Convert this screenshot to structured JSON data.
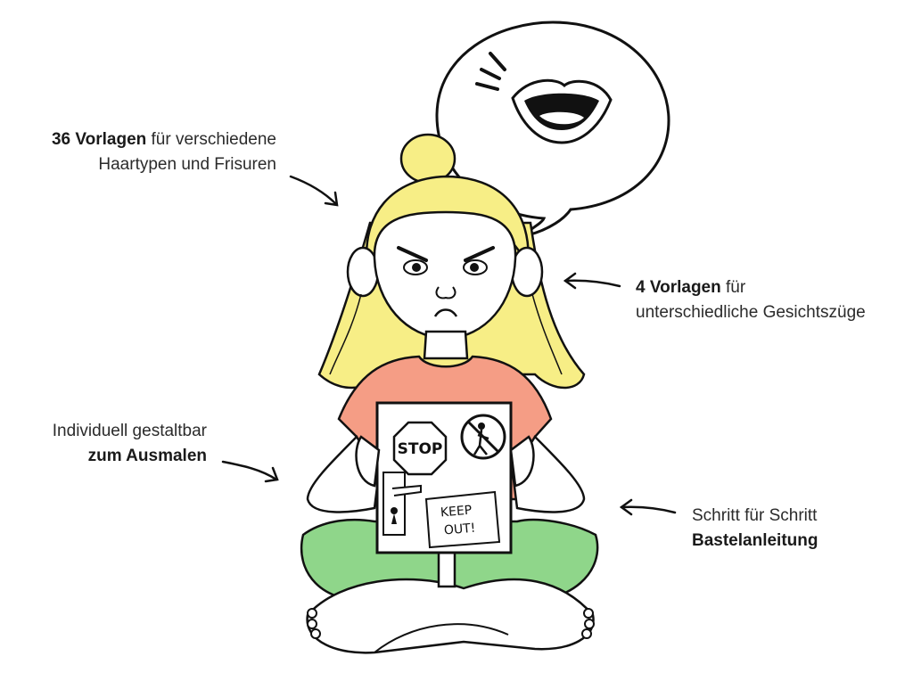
{
  "callouts": {
    "hair": {
      "bold": "36 Vorlagen",
      "rest_line1": " für verschiedene",
      "line2": "Haartypen und Frisuren"
    },
    "face": {
      "bold": "4 Vorlagen",
      "rest_line1": " für",
      "line2": "unterschiedliche Gesichtszüge"
    },
    "color": {
      "line1": "Individuell gestaltbar",
      "bold": "zum Ausmalen"
    },
    "steps": {
      "line1": "Schritt für Schritt",
      "bold": "Bastelanleitung"
    }
  },
  "sign": {
    "stop_text": "STOP",
    "keep_out_line1": "KEEP",
    "keep_out_line2": "OUT!"
  },
  "colors": {
    "hair": "#f7ee86",
    "shirt": "#f59d85",
    "shorts": "#8fd68a",
    "outline": "#111111"
  }
}
